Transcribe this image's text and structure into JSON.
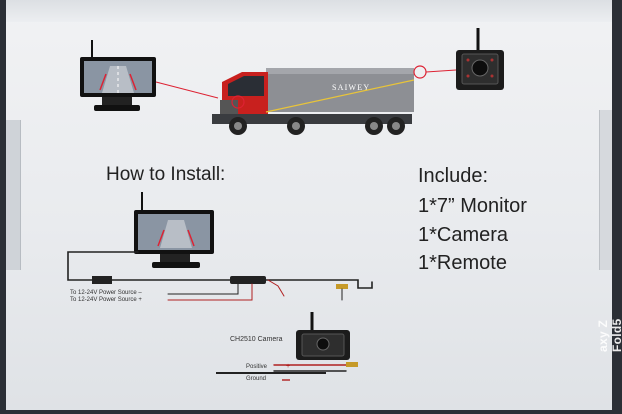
{
  "truck_brand": "SAIWEY",
  "install_title": "How to Install:",
  "include": {
    "title": "Include:",
    "items": [
      "1*7” Monitor",
      "1*Camera",
      "1*Remote"
    ]
  },
  "wiring": {
    "power_line_1": "To 12-24V Power Source –",
    "power_line_2": "To 12-24V Power Source +",
    "camera_label": "CH2510 Camera",
    "positive_label": "Positive",
    "ground_label": "Ground"
  },
  "watermark": "axy Z Fold5",
  "colors": {
    "truck_cab": "#c8201e",
    "cargo_box": "#8d8f94",
    "wire_red": "#b02020",
    "wire_black": "#222222"
  }
}
